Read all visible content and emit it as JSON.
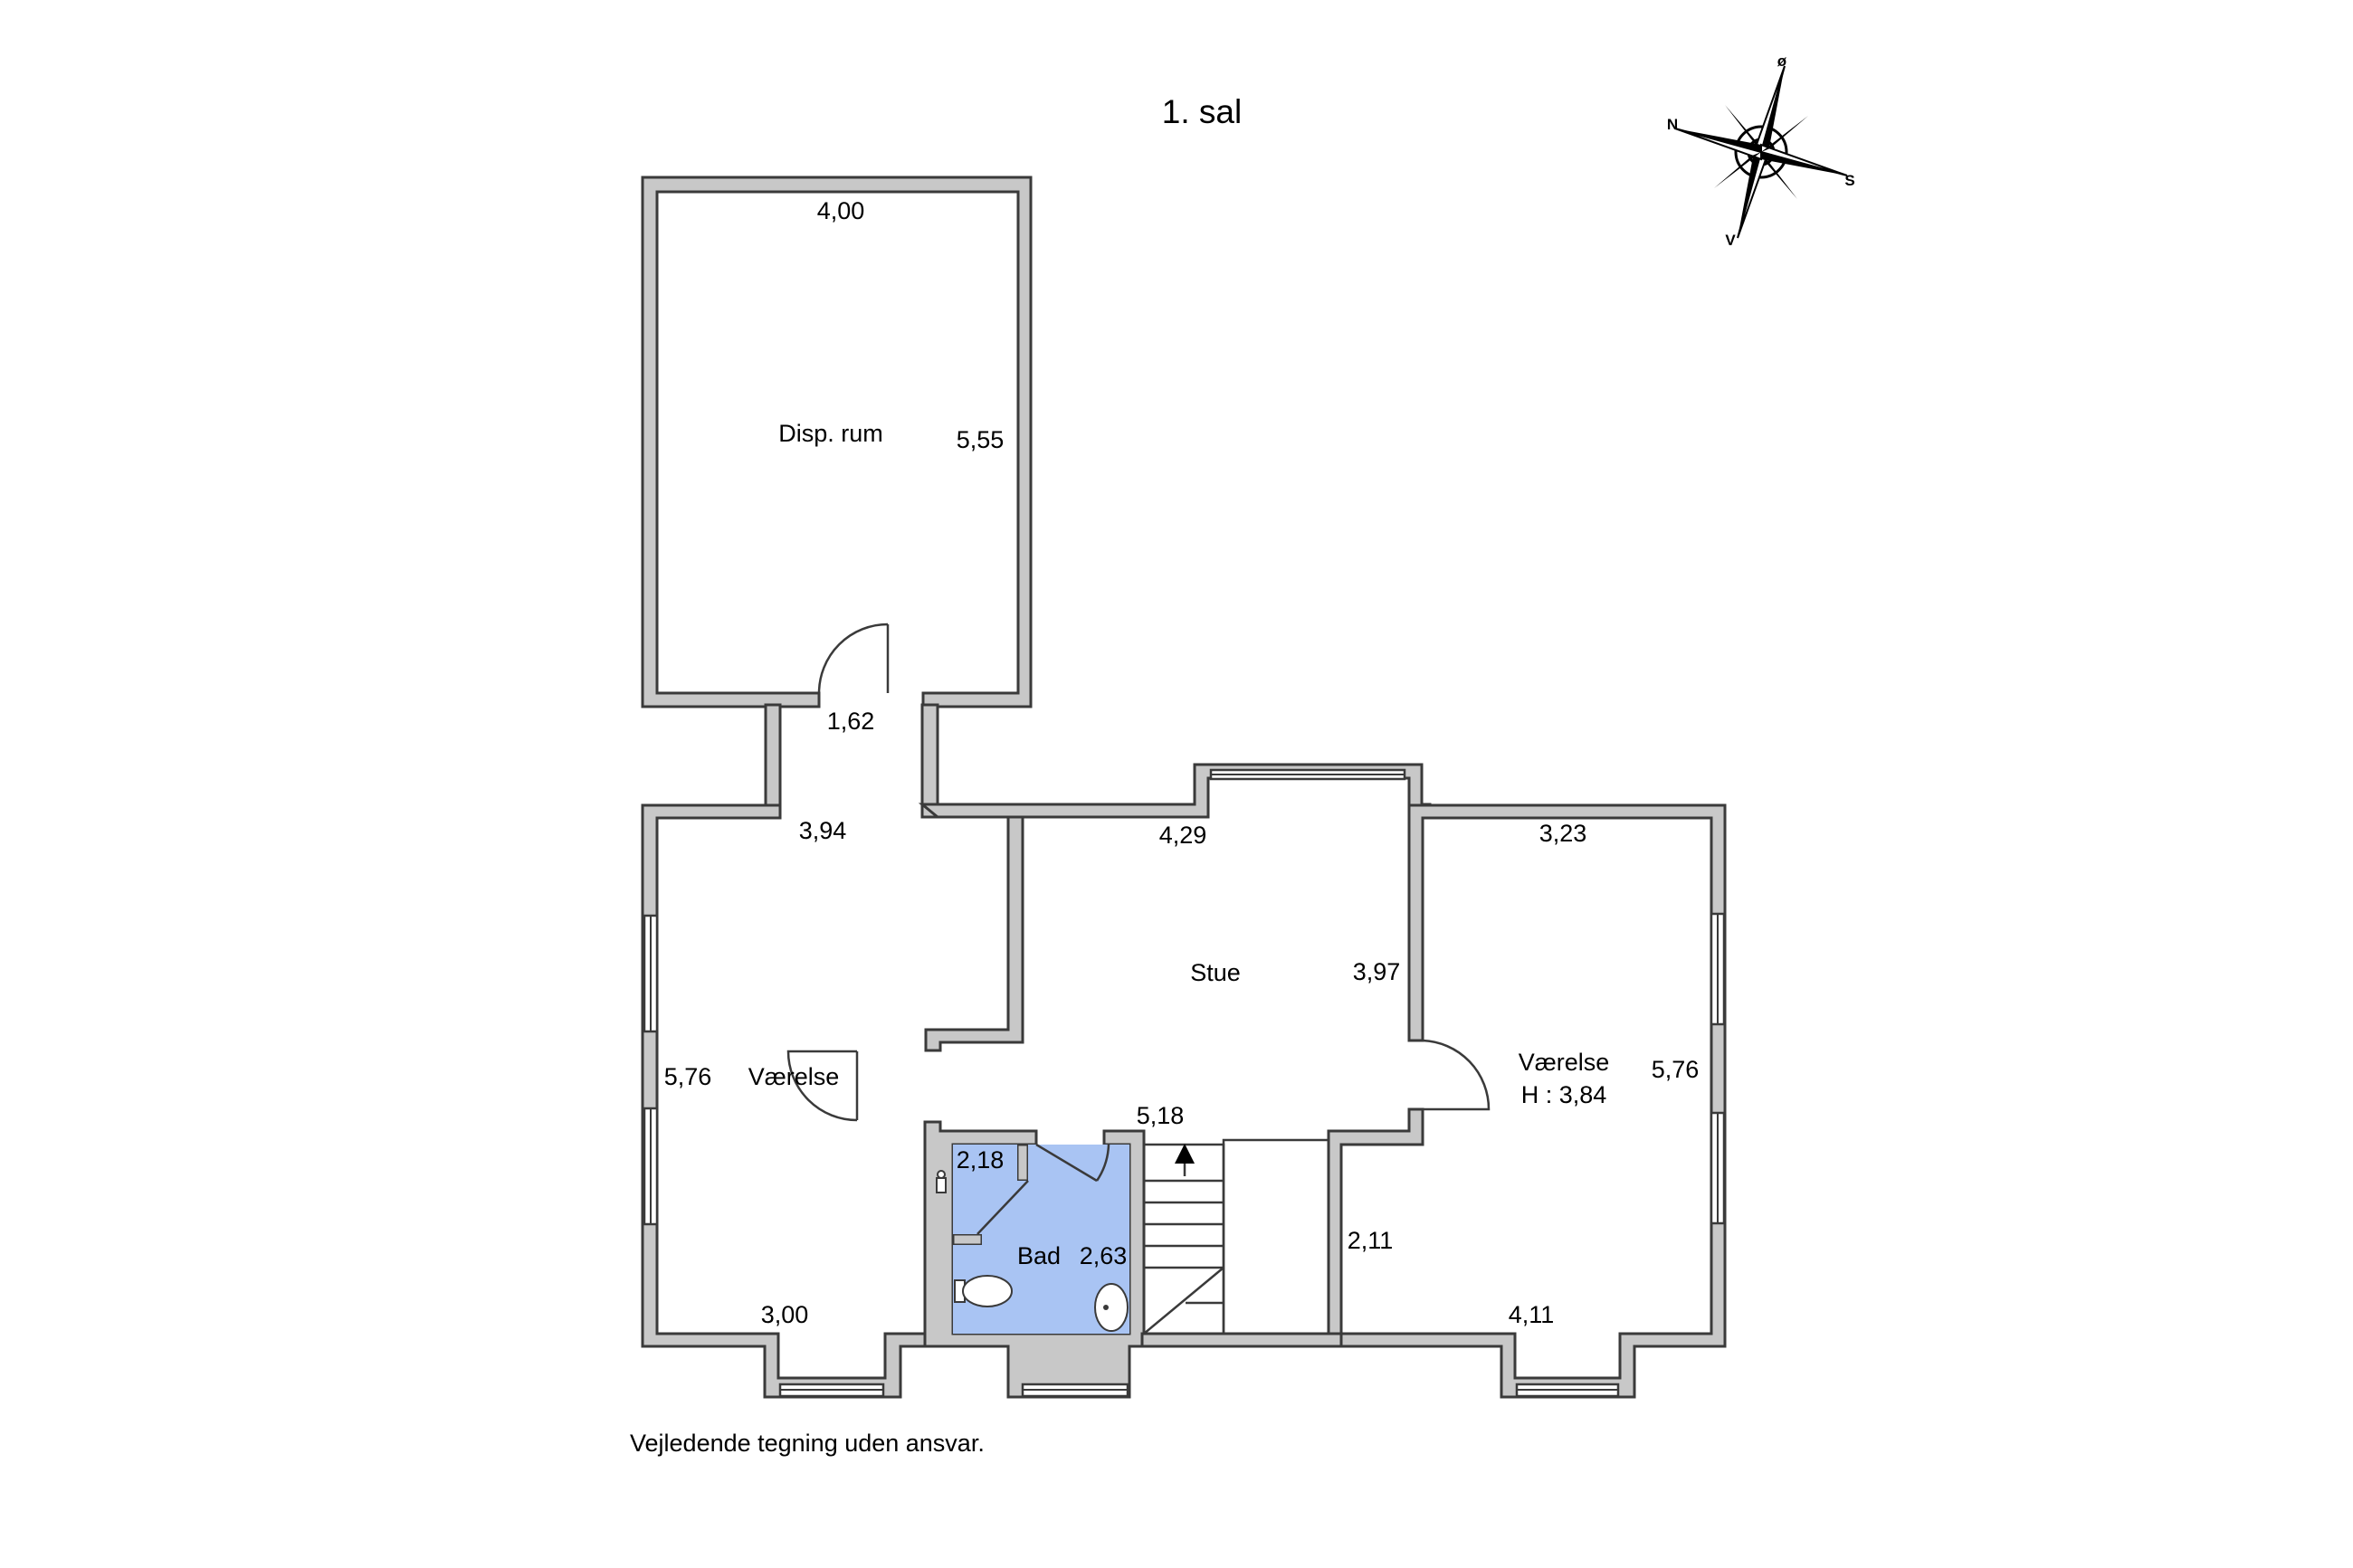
{
  "title": "1. sal",
  "disclaimer": "Vejledende tegning uden ansvar.",
  "compass": {
    "north": "N",
    "east": "ø",
    "south": "S",
    "west": "V"
  },
  "rooms": {
    "disp_rum": "Disp. rum",
    "stue": "Stue",
    "vaerelse_left": "Værelse",
    "vaerelse_right": "Værelse",
    "vaerelse_right_height": "H : 3,84",
    "bad": "Bad"
  },
  "dimensions": {
    "disp_width": "4,00",
    "disp_depth": "5,55",
    "passage_width": "1,62",
    "left_room_top": "3,94",
    "left_room_depth": "5,76",
    "left_room_bottom": "3,00",
    "stue_width": "4,29",
    "stue_depth": "3,97",
    "hall_width": "5,18",
    "right_room_top": "3,23",
    "right_room_depth": "5,76",
    "right_room_bottom": "4,11",
    "bad_width": "2,18",
    "bad_depth": "2,63",
    "closet_depth": "2,11"
  },
  "colors": {
    "bathroom_fill": "#a9c4f3",
    "wall_fill": "#c8c8c8"
  }
}
